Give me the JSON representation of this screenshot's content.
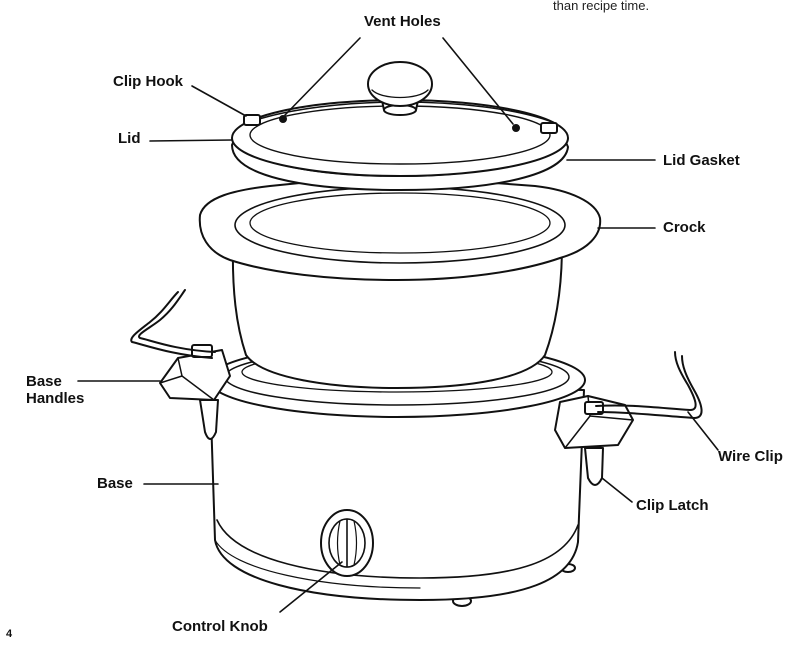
{
  "top_note": "than recipe time.",
  "page_number": "4",
  "labels": {
    "vent_holes": "Vent Holes",
    "clip_hook": "Clip Hook",
    "lid": "Lid",
    "lid_gasket": "Lid Gasket",
    "crock": "Crock",
    "base_handles": "Base\nHandles",
    "base": "Base",
    "wire_clip": "Wire Clip",
    "clip_latch": "Clip Latch",
    "control_knob": "Control Knob"
  },
  "colors": {
    "line": "#111111",
    "fill": "#ffffff"
  }
}
